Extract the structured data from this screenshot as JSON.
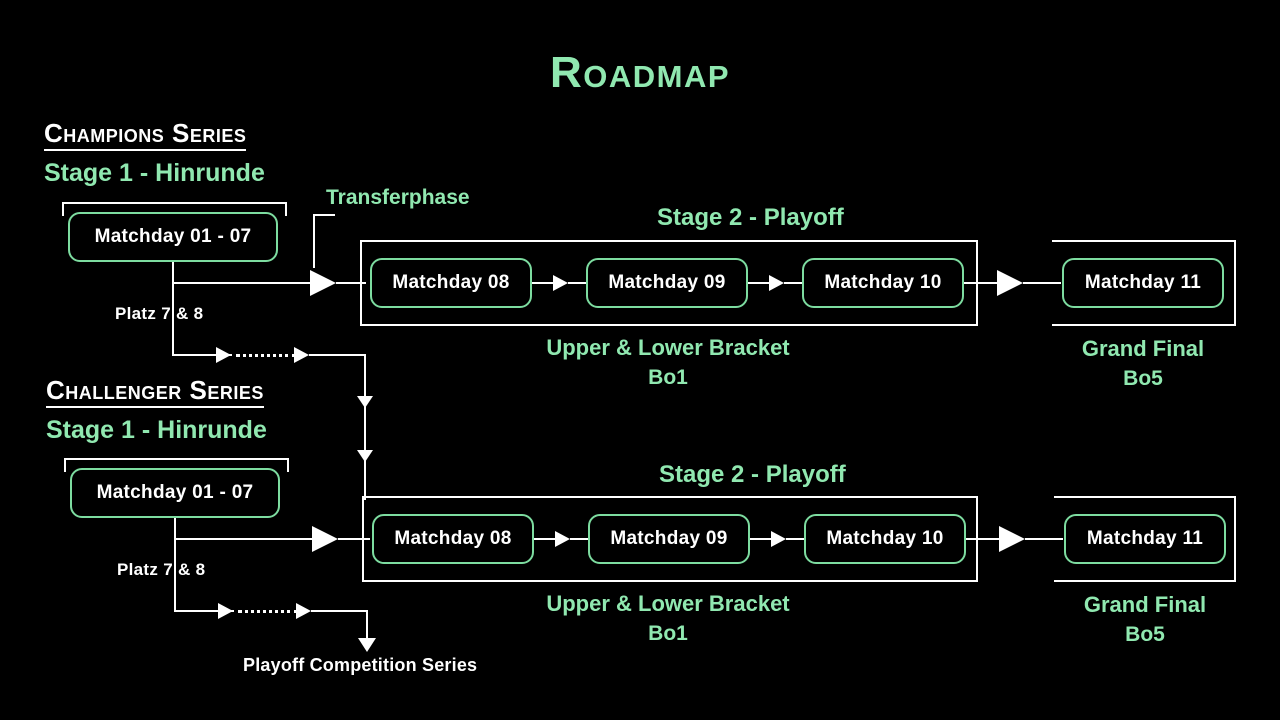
{
  "page": {
    "title": "Roadmap",
    "background_color": "#000000",
    "accent_green": "#90e8b0",
    "box_border_green": "#7ddca0",
    "line_white": "#ffffff"
  },
  "champions": {
    "series_title": "Champions Series",
    "stage1_label": "Stage 1 - Hinrunde",
    "stage1_box": "Matchday 01 - 07",
    "qualifier_note": "Platz 7 & 8",
    "transfer_label": "Transferphase",
    "stage2_label": "Stage 2 - Playoff",
    "playoff_boxes": [
      "Matchday 08",
      "Matchday 09",
      "Matchday 10",
      "Matchday 11"
    ],
    "bracket_caption": "Upper & Lower Bracket",
    "bracket_format": "Bo1",
    "final_caption": "Grand Final",
    "final_format": "Bo5"
  },
  "challenger": {
    "series_title": "Challenger Series",
    "stage1_label": "Stage 1 - Hinrunde",
    "stage1_box": "Matchday 01 - 07",
    "qualifier_note": "Platz 7 & 8",
    "stage2_label": "Stage 2 - Playoff",
    "playoff_boxes": [
      "Matchday 08",
      "Matchday 09",
      "Matchday 10",
      "Matchday 11"
    ],
    "bracket_caption": "Upper & Lower Bracket",
    "bracket_format": "Bo1",
    "final_caption": "Grand Final",
    "final_format": "Bo5"
  },
  "footer": {
    "playoff_competition_label": "Playoff Competition Series"
  }
}
